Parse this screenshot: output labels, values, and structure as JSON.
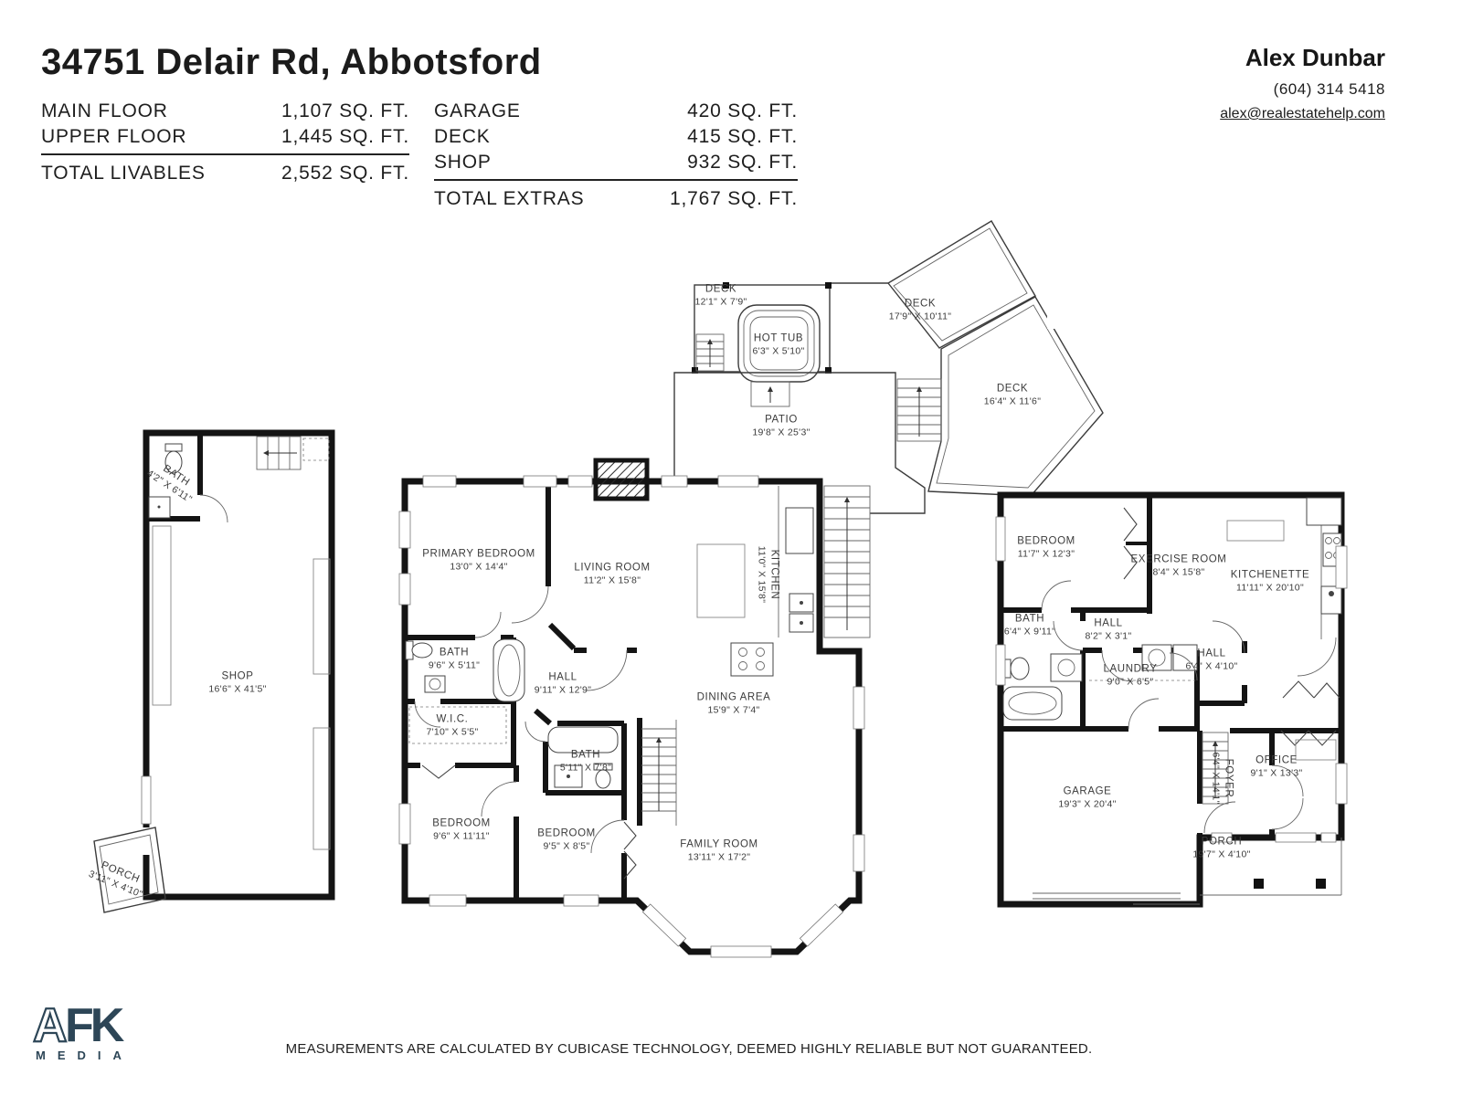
{
  "header": {
    "title": "34751 Delair Rd, Abbotsford",
    "livables": {
      "rows": [
        {
          "label": "MAIN FLOOR",
          "value": "1,107 SQ. FT."
        },
        {
          "label": "UPPER FLOOR",
          "value": "1,445 SQ. FT."
        }
      ],
      "total": {
        "label": "TOTAL LIVABLES",
        "value": "2,552 SQ. FT."
      }
    },
    "extras": {
      "rows": [
        {
          "label": "GARAGE",
          "value": "420 SQ. FT."
        },
        {
          "label": "DECK",
          "value": "415 SQ. FT."
        },
        {
          "label": "SHOP",
          "value": "932 SQ. FT."
        }
      ],
      "total": {
        "label": "TOTAL EXTRAS",
        "value": "1,767 SQ. FT."
      }
    },
    "agent": {
      "name": "Alex Dunbar",
      "phone": "(604) 314 5418",
      "email": "alex@realestatehelp.com"
    }
  },
  "plans": {
    "shop": {
      "rooms": [
        {
          "name": "BATH",
          "dims": "4'2\" X 6'11\""
        },
        {
          "name": "SHOP",
          "dims": "16'6\" X 41'5\""
        },
        {
          "name": "PORCH",
          "dims": "3'11\" X 4'10\""
        }
      ]
    },
    "outdoor": {
      "rooms": [
        {
          "name": "DECK",
          "dims": "12'1\" X 7'9\""
        },
        {
          "name": "HOT TUB",
          "dims": "6'3\" X 5'10\""
        },
        {
          "name": "DECK",
          "dims": "17'9\" X 10'11\""
        },
        {
          "name": "DECK",
          "dims": "16'4\" X 11'6\""
        },
        {
          "name": "PATIO",
          "dims": "19'8\" X 25'3\""
        }
      ]
    },
    "main": {
      "rooms": [
        {
          "name": "PRIMARY BEDROOM",
          "dims": "13'0\" X 14'4\""
        },
        {
          "name": "LIVING ROOM",
          "dims": "11'2\" X 15'8\""
        },
        {
          "name": "KITCHEN",
          "dims": "11'0\" X 15'8\""
        },
        {
          "name": "BATH",
          "dims": "9'6\" X 5'11\""
        },
        {
          "name": "HALL",
          "dims": "9'11\" X 12'9\""
        },
        {
          "name": "W.I.C.",
          "dims": "7'10\" X 5'5\""
        },
        {
          "name": "BATH",
          "dims": "5'11\" X 7'8\""
        },
        {
          "name": "DINING AREA",
          "dims": "15'9\" X 7'4\""
        },
        {
          "name": "BEDROOM",
          "dims": "9'6\" X 11'11\""
        },
        {
          "name": "BEDROOM",
          "dims": "9'5\" X 8'5\""
        },
        {
          "name": "FAMILY ROOM",
          "dims": "13'11\" X 17'2\""
        }
      ]
    },
    "upper": {
      "rooms": [
        {
          "name": "BEDROOM",
          "dims": "11'7\" X 12'3\""
        },
        {
          "name": "EXERCISE ROOM",
          "dims": "8'4\" X 15'8\""
        },
        {
          "name": "KITCHENETTE",
          "dims": "11'11\" X 20'10\""
        },
        {
          "name": "BATH",
          "dims": "6'4\" X 9'11\""
        },
        {
          "name": "HALL",
          "dims": "8'2\" X 3'1\""
        },
        {
          "name": "LAUNDRY",
          "dims": "9'0\" X 6'5\""
        },
        {
          "name": "HALL",
          "dims": "6'4\" X 4'10\""
        },
        {
          "name": "GARAGE",
          "dims": "19'3\" X 20'4\""
        },
        {
          "name": "FOYER",
          "dims": "6'4\" X 14'1\""
        },
        {
          "name": "OFFICE",
          "dims": "9'1\" X 13'3\""
        },
        {
          "name": "PORCH",
          "dims": "19'7\" X 4'10\""
        }
      ]
    }
  },
  "footer": {
    "logo": {
      "a": "A",
      "fk": "FK",
      "sub": "MEDIA",
      "color": "#2d4657"
    },
    "disclaimer": "MEASUREMENTS ARE CALCULATED BY CUBICASE TECHNOLOGY, DEEMED HIGHLY RELIABLE BUT NOT GUARANTEED."
  },
  "colors": {
    "wall": "#141414",
    "thin_line": "#3c3c3c",
    "accent": "#2d4657"
  }
}
